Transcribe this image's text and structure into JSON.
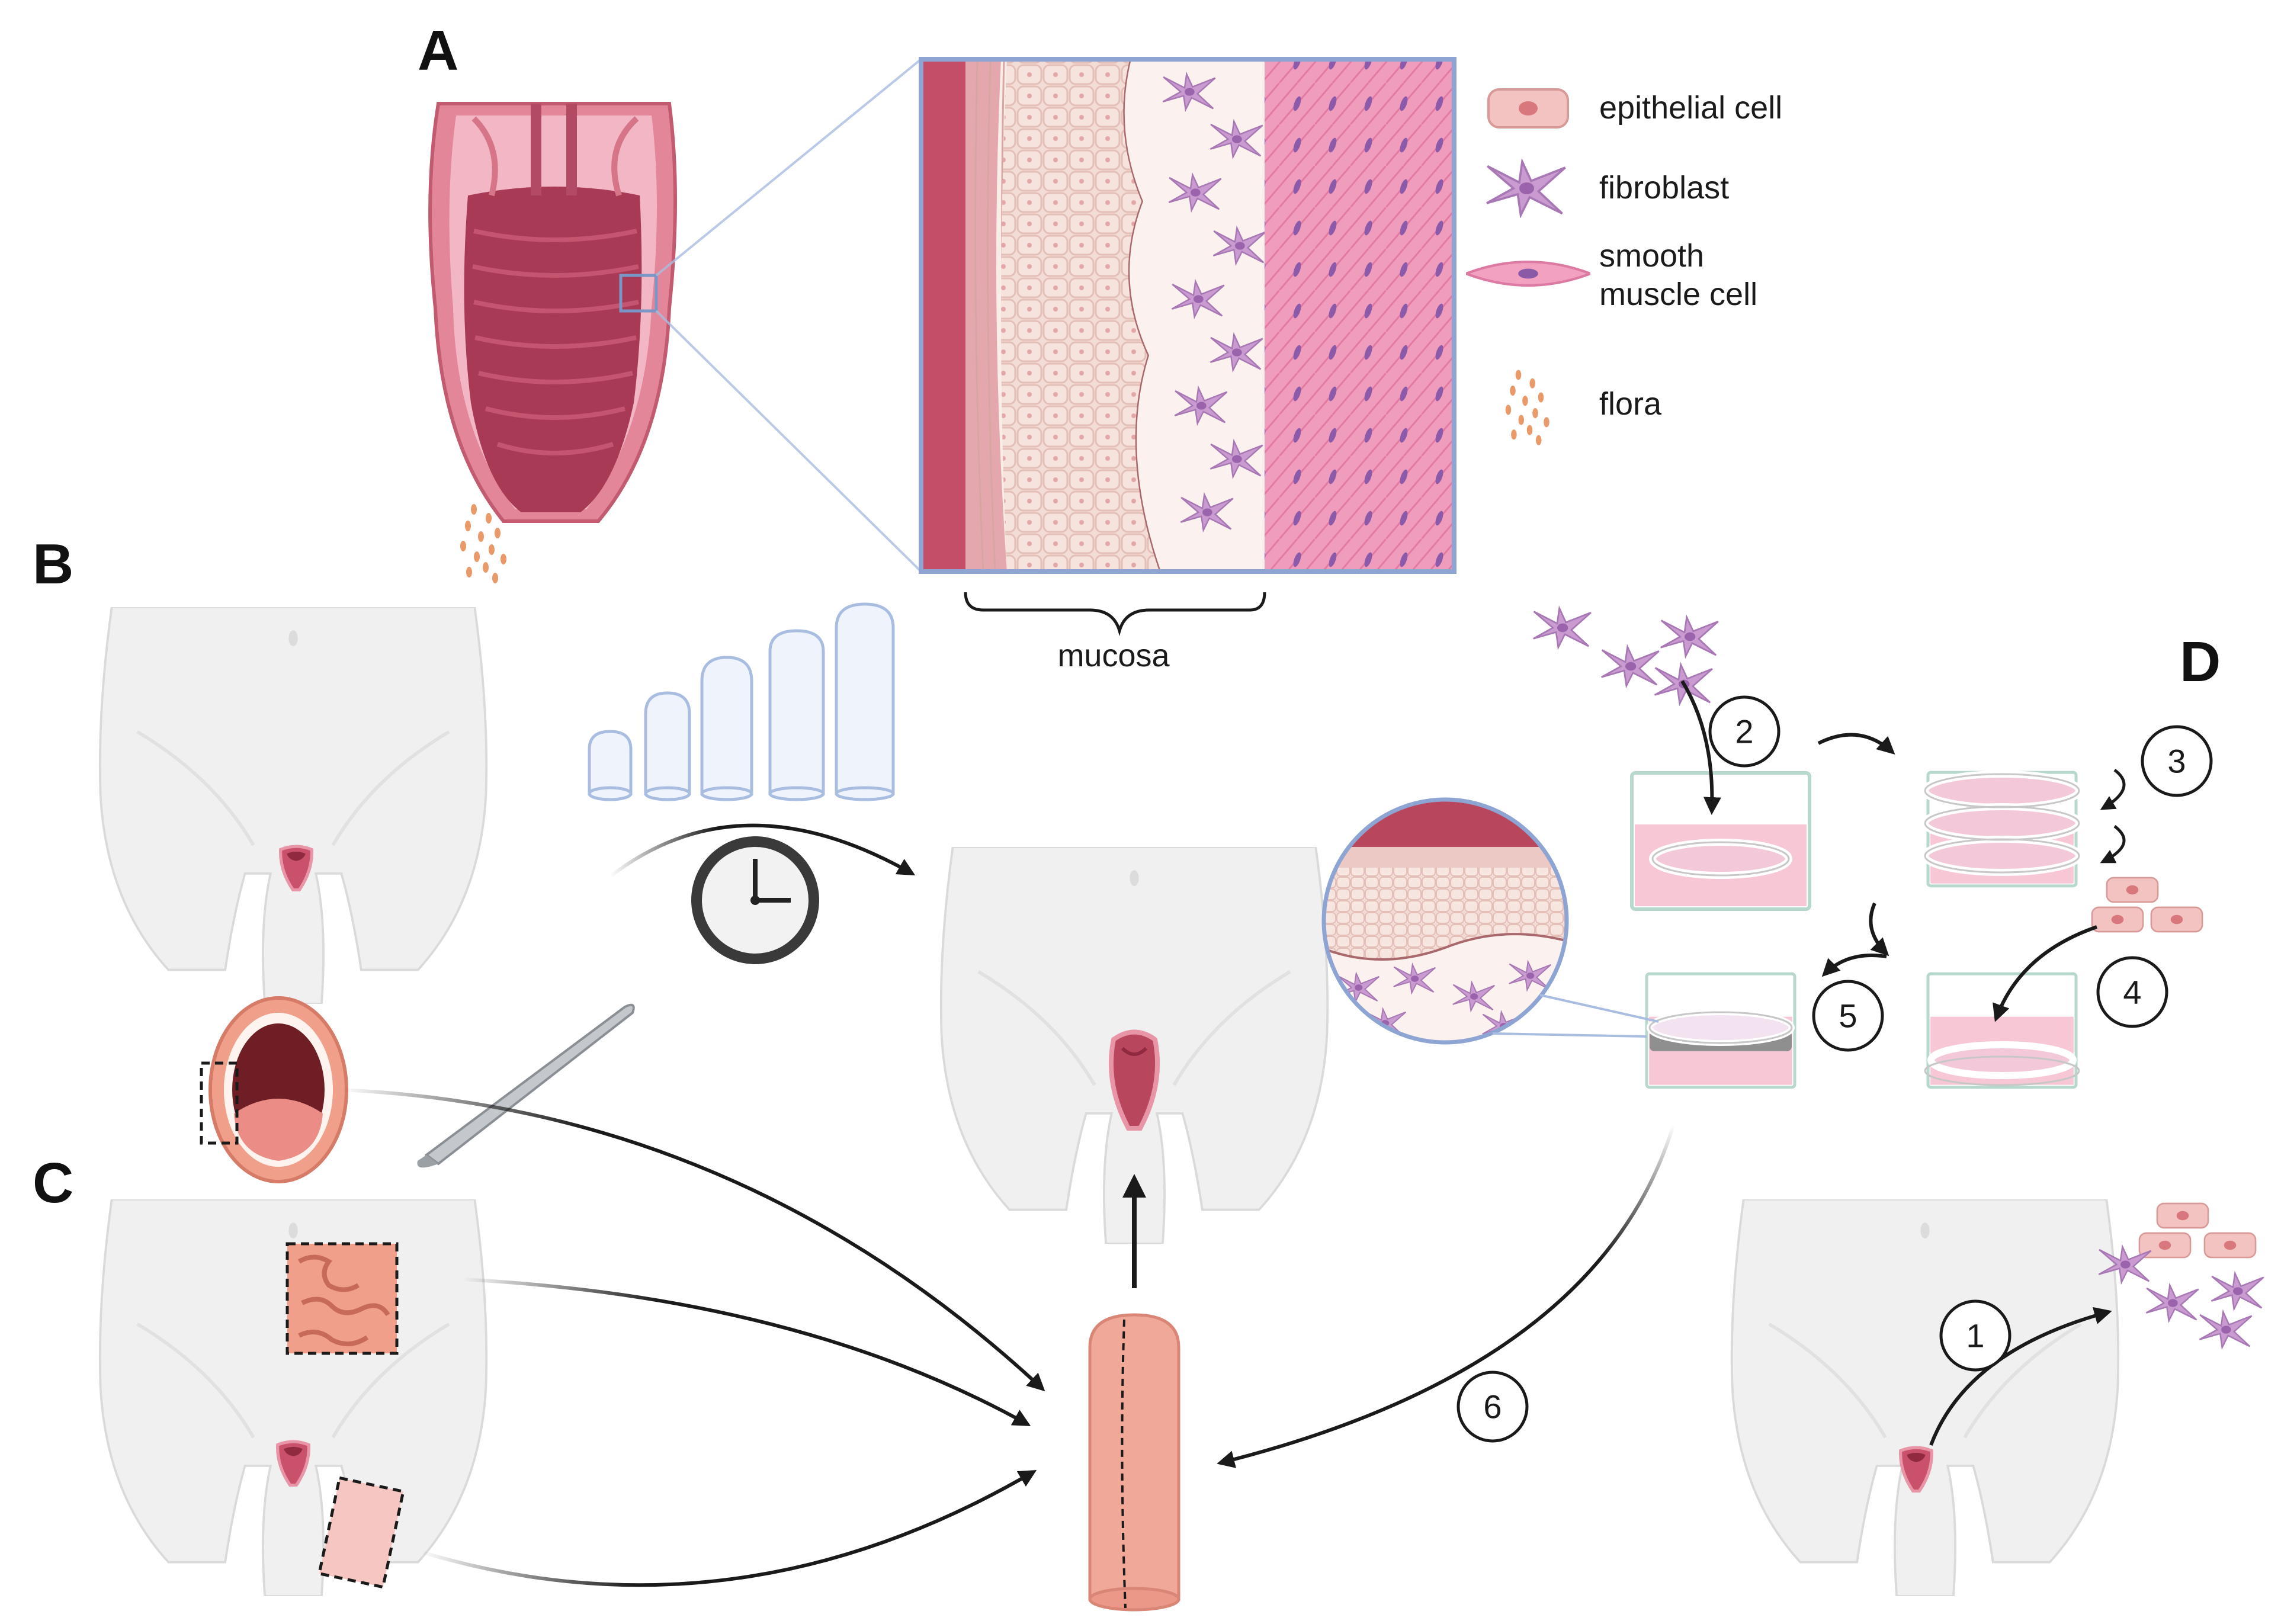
{
  "panels": {
    "a": "A",
    "b": "B",
    "c": "C",
    "d": "D"
  },
  "legend": {
    "epithelial": "epithelial cell",
    "fibroblast": "fibroblast",
    "smooth_line1": "smooth",
    "smooth_line2": "muscle cell",
    "flora": "flora"
  },
  "mucosa_label": "mucosa",
  "steps": [
    "1",
    "2",
    "3",
    "4",
    "5",
    "6"
  ],
  "colors": {
    "tissue_dark": "#b8475e",
    "tissue_mid": "#e07e93",
    "tissue_light": "#f2b5c3",
    "epithelium": "#f3d6d2",
    "fibroblast": "#c99bd1",
    "smooth_muscle": "#f08fb4",
    "frame_blue": "#8ea4d2",
    "flora": "#e9a070",
    "body_gray": "#f1f1f1",
    "graft": "#f0a898",
    "medium_pink": "#f8c7d5"
  }
}
